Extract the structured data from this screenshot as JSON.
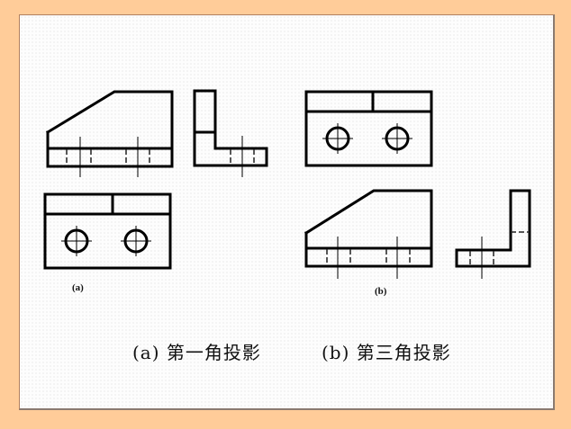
{
  "slide": {
    "background_color": "#ffcc99",
    "panel_color": "#ffffff"
  },
  "figures": {
    "a": {
      "label": "(a)",
      "caption": "(a) 第一角投影",
      "projection": "first-angle"
    },
    "b": {
      "label": "(b)",
      "caption": "(b) 第三角投影",
      "projection": "third-angle"
    }
  }
}
